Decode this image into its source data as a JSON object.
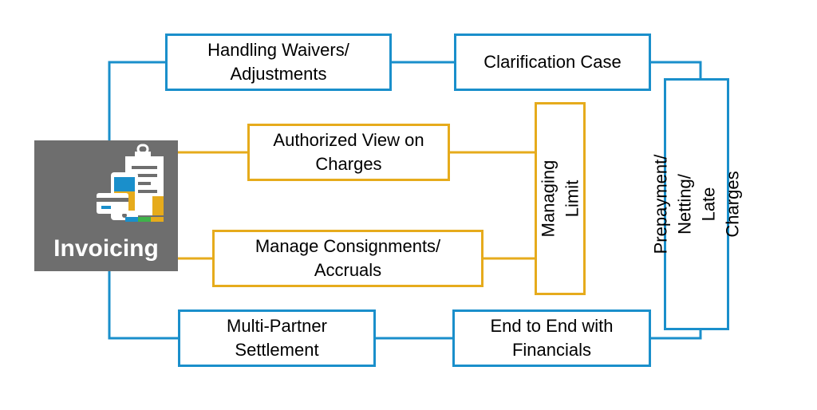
{
  "colors": {
    "blue": "#1a8fcb",
    "gold": "#e6ab1c",
    "hub_bg": "#6e6e6e"
  },
  "hub": {
    "label": "Invoicing",
    "icon": "invoice-icon"
  },
  "boxes": {
    "waivers": "Handling Waivers/\nAdjustments",
    "clarification": "Clarification Case",
    "authorized": "Authorized View on\nCharges",
    "consignments": "Manage Consignments/\nAccruals",
    "managing_limit": "Managing Limit",
    "prepayment": "Prepayment/ Netting/\nLate Charges",
    "multi_partner": "Multi-Partner\nSettlement",
    "end_to_end": "End to End with\nFinancials"
  }
}
